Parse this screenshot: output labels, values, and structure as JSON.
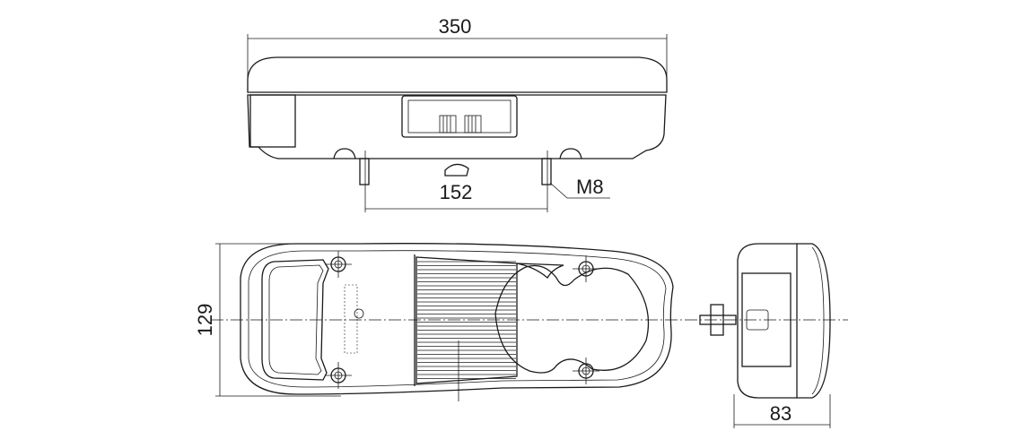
{
  "drawing": {
    "line_color": "#1a1a1a",
    "background": "#ffffff",
    "dimensions": {
      "width": "350",
      "stud_spacing": "152",
      "thread": "M8",
      "height": "129",
      "depth": "83"
    },
    "views": [
      "top-view",
      "front-view",
      "side-view"
    ]
  }
}
